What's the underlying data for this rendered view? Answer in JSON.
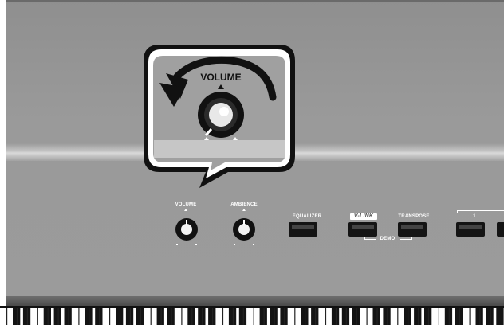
{
  "callout": {
    "label": "VOLUME",
    "description_arrow": "counterclockwise-arrow"
  },
  "panel": {
    "volume_label": "VOLUME",
    "ambience_label": "AMBIENCE",
    "equalizer_label": "EQUALIZER",
    "vlink_label": "V-LINK",
    "transpose_label": "TRANSPOSE",
    "demo_label": "DEMO",
    "one_label": "1"
  },
  "colors": {
    "panel": "#9a9a9a",
    "knob": "#111111",
    "button": "#141414"
  }
}
